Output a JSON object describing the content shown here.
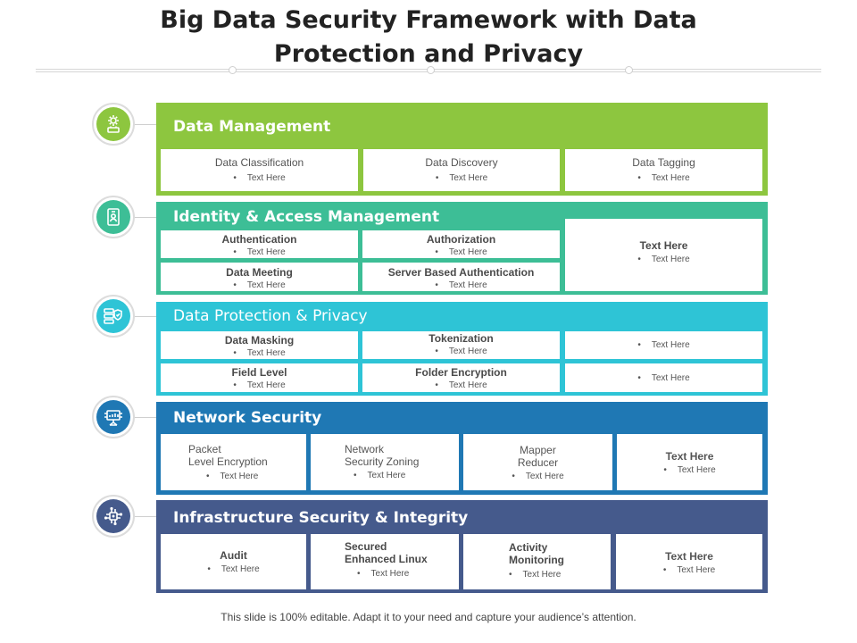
{
  "title": {
    "line1": "Big Data Security Framework with Data",
    "line2": "Protection and Privacy"
  },
  "colors": {
    "data_management": "#8dc63f",
    "identity_access": "#3dbe96",
    "data_protection": "#2ec4d6",
    "network_security": "#1f78b4",
    "infrastructure": "#455a8c"
  },
  "icons": [
    "gear-chip-icon",
    "id-badge-icon",
    "server-shield-icon",
    "network-monitor-icon",
    "circuit-chip-icon"
  ],
  "sections": {
    "data_management": {
      "title": "Data Management",
      "cards": [
        {
          "title": "Data Classification",
          "bullet": "Text Here"
        },
        {
          "title": "Data Discovery",
          "bullet": "Text Here"
        },
        {
          "title": "Data Tagging",
          "bullet": "Text Here"
        }
      ]
    },
    "identity_access": {
      "title": "Identity & Access Management",
      "cards": [
        {
          "title": "Authentication",
          "bullet": "Text Here"
        },
        {
          "title": "Authorization",
          "bullet": "Text Here"
        },
        {
          "title": "Data Meeting",
          "bullet": "Text Here"
        },
        {
          "title": "Server Based Authentication",
          "bullet": "Text Here"
        },
        {
          "title": "Text Here",
          "bullet": "Text Here"
        }
      ]
    },
    "data_protection": {
      "title": "Data Protection & Privacy",
      "cards": [
        {
          "title": "Data Masking",
          "bullet": "Text Here"
        },
        {
          "title": "Tokenization",
          "bullet": "Text Here"
        },
        {
          "title": "",
          "bullet": "Text Here"
        },
        {
          "title": "Field Level",
          "bullet": "Text Here"
        },
        {
          "title": "Folder Encryption",
          "bullet": "Text Here"
        },
        {
          "title": "",
          "bullet": "Text Here"
        }
      ]
    },
    "network_security": {
      "title": "Network Security",
      "cards": [
        {
          "line1": "Packet",
          "line2": "Level Encryption",
          "bullet": "Text Here"
        },
        {
          "line1": "Network",
          "line2": "Security Zoning",
          "bullet": "Text Here"
        },
        {
          "line1": "Mapper",
          "line2": "Reducer",
          "bullet": "Text Here"
        },
        {
          "title": "Text Here",
          "bullet": "Text Here"
        }
      ]
    },
    "infrastructure": {
      "title": "Infrastructure Security & Integrity",
      "cards": [
        {
          "title": "Audit",
          "bullet": "Text Here"
        },
        {
          "line1": "Secured",
          "line2": "Enhanced Linux",
          "bullet": "Text Here"
        },
        {
          "line1": "Activity",
          "line2": "Monitoring",
          "bullet": "Text Here"
        },
        {
          "title": "Text Here",
          "bullet": "Text Here"
        }
      ]
    }
  },
  "footer": "This slide is 100% editable. Adapt it to your need and capture your audience’s attention."
}
